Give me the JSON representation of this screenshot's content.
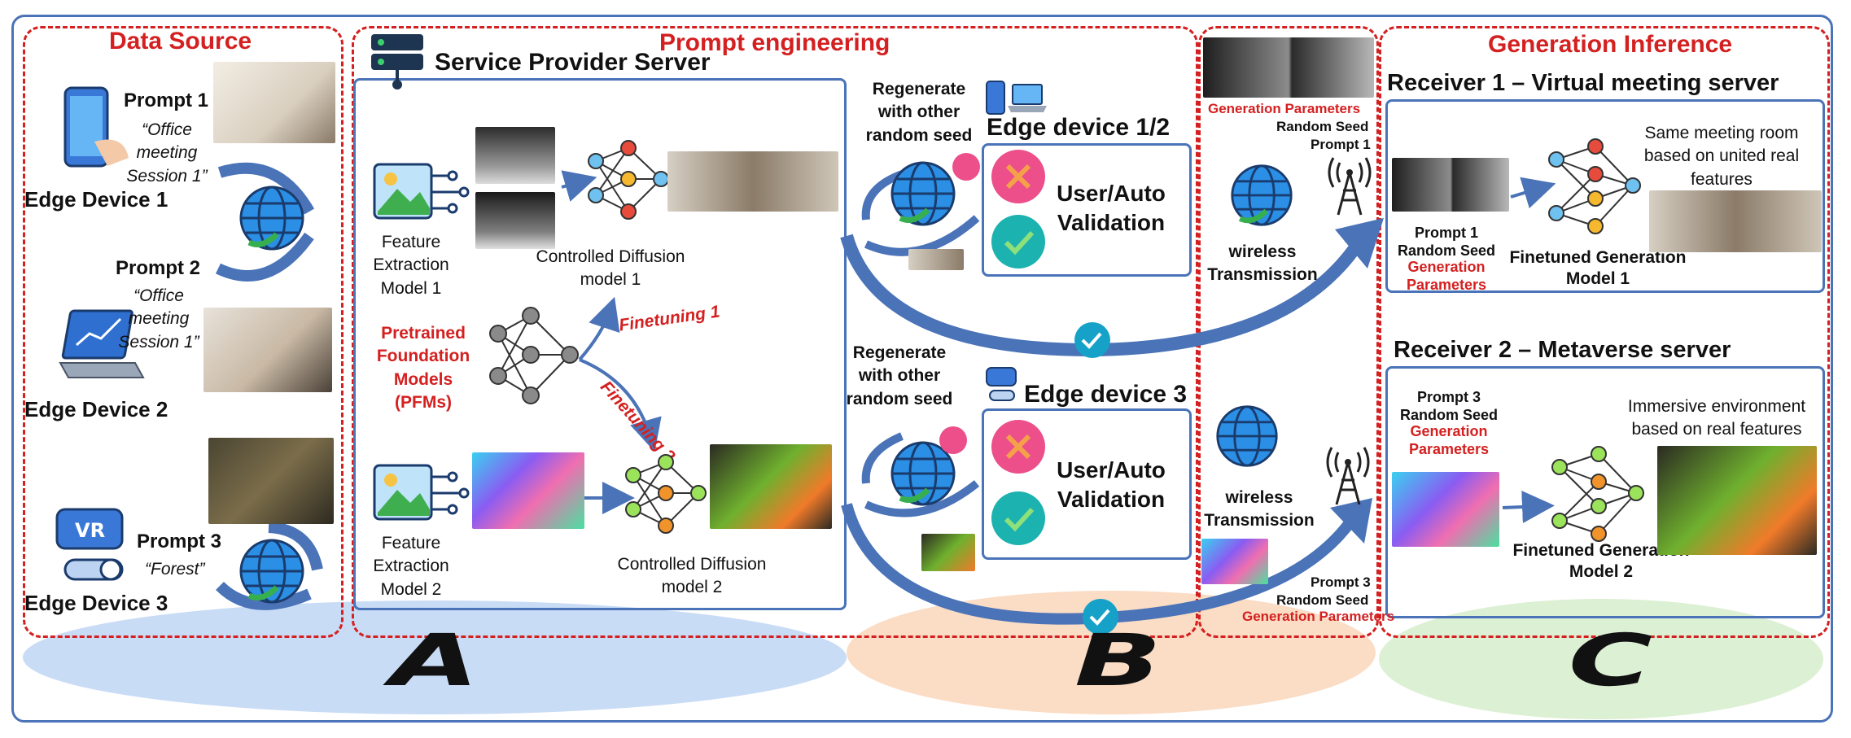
{
  "sections": {
    "data_source": "Data Source",
    "prompt_engineering": "Prompt engineering",
    "generation_inference": "Generation Inference"
  },
  "data_source": {
    "device1": {
      "label": "Edge Device 1",
      "prompt": "Prompt 1",
      "text": "“Office meeting Session 1”"
    },
    "device2": {
      "label": "Edge Device 2",
      "prompt": "Prompt 2",
      "text": "“Office meeting Session 1”"
    },
    "device3": {
      "label": "Edge Device 3",
      "prompt": "Prompt 3",
      "text": "“Forest”"
    }
  },
  "server": {
    "title": "Service Provider Server",
    "fe1": "Feature Extraction Model 1",
    "fe2": "Feature Extraction Model 2",
    "cd1": "Controlled Diffusion model 1",
    "cd2": "Controlled Diffusion model 2",
    "pfm": "Pretrained Foundation Models (PFMs)",
    "ft1": "Finetuning  1",
    "ft2": "Finetuning  2"
  },
  "edge": {
    "regen": "Regenerate with other random seed",
    "dev12": "Edge device 1/2",
    "dev3": "Edge device 3",
    "validation": "User/Auto Validation"
  },
  "transmission": {
    "wireless": "wireless Transmission",
    "gen_params": "Generation Parameters",
    "random_seed": "Random Seed",
    "prompt1": "Prompt 1",
    "prompt3": "Prompt 3"
  },
  "receivers": {
    "r1_title": "Receiver 1 – Virtual meeting server",
    "r1_note": "Same meeting room based on united real features",
    "r1_model": "Finetuned Generation Model 1",
    "r1_prompt": "Prompt 1",
    "r1_seed": "Random Seed",
    "r1_params": "Generation Parameters",
    "r2_title": "Receiver 2 – Metaverse server",
    "r2_note": "Immersive environment based on real features",
    "r2_model": "Finetuned Generation Model 2",
    "r2_prompt": "Prompt 3",
    "r2_seed": "Random Seed",
    "r2_params": "Generation Parameters"
  },
  "letters": {
    "a": "A",
    "b": "B",
    "c": "C"
  },
  "colors": {
    "red": "#d42020",
    "blue": "#4a73b8",
    "ellipse_a": "#c9dcf6",
    "ellipse_b": "#fbdcc4",
    "ellipse_c": "#dcf0d4"
  }
}
